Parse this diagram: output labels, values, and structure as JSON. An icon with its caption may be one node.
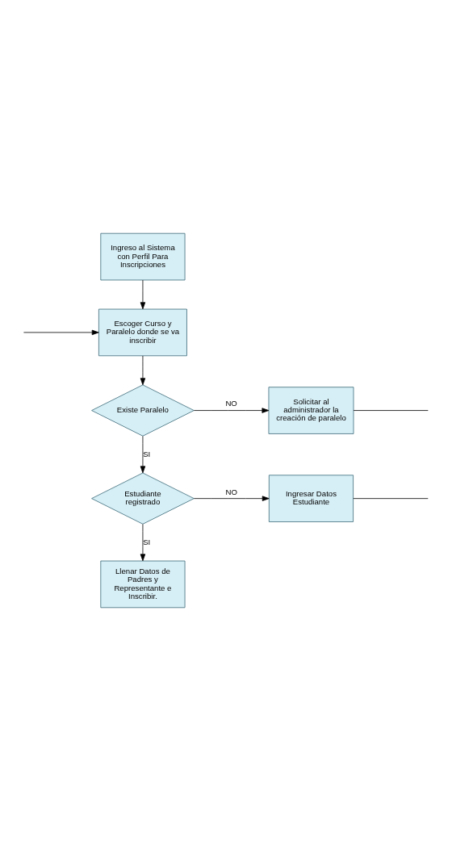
{
  "diagram": {
    "nodes": [
      {
        "text": [
          "Ingreso al Sistema con Perfil Para Inscripciones"
        ]
      },
      {
        "text": [
          "Escoger Curso y Paralelo donde se va inscribir"
        ]
      },
      {
        "text": [
          "Existe Paralelo"
        ]
      },
      {
        "text": [
          "Solicitar al administrador la creación de paralelo"
        ]
      },
      {
        "text": [
          "Estudiante registrado"
        ]
      },
      {
        "text": [
          "Ingresar Datos Estudiante"
        ]
      },
      {
        "text": [
          "Llenar Datos de Padres y Representante e Inscribir."
        ]
      }
    ],
    "edges": [
      {
        "from": 0,
        "to": 1,
        "arrow": "to"
      },
      {
        "from": 1,
        "to": 2,
        "arrow": "to"
      },
      {
        "from": 2,
        "to": 3,
        "arrow": "to",
        "label": "NO"
      },
      {
        "from": 2,
        "to": 4,
        "arrow": "to",
        "label": "SI"
      },
      {
        "from": 4,
        "to": 5,
        "arrow": "to",
        "label": "NO"
      },
      {
        "from": 4,
        "to": 6,
        "arrow": "to",
        "label": "SI"
      },
      {
        "from": 3,
        "to": null,
        "arrow": "none"
      },
      {
        "from": null,
        "to": 1,
        "arrow": "to"
      },
      {
        "from": 5,
        "to": null,
        "arrow": "none"
      }
    ]
  }
}
